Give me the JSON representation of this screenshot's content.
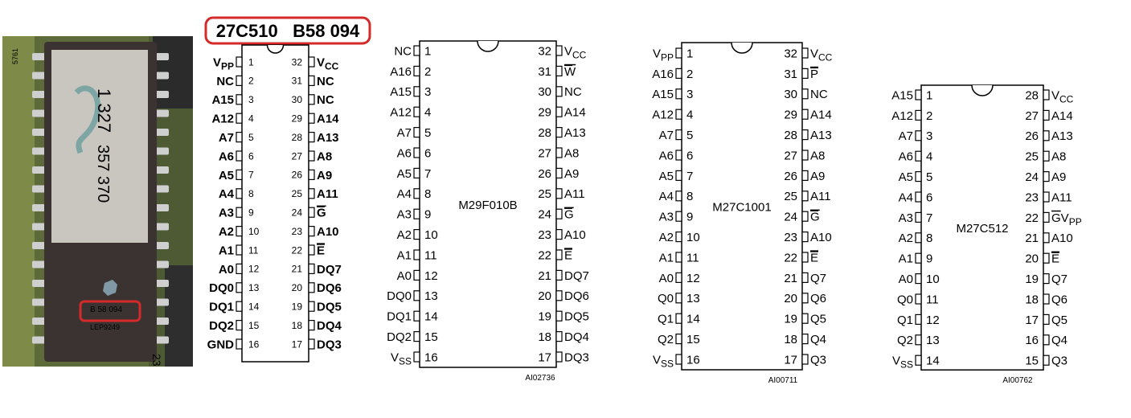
{
  "header": {
    "part_label": "27C510   B58 094"
  },
  "photo": {
    "marking_text": "B 58 094",
    "sticker_text_1": "1 327",
    "sticker_text_2": "357 370",
    "lot_text": "LEP9249",
    "edge_text_1": "5761",
    "edge_text_2": "23"
  },
  "chips": [
    {
      "id": "c27c510",
      "name": "",
      "ref": "",
      "pins_left": [
        [
          "VPP",
          "1"
        ],
        [
          "NC",
          "2"
        ],
        [
          "A15",
          "3"
        ],
        [
          "A12",
          "4"
        ],
        [
          "A7",
          "5"
        ],
        [
          "A6",
          "6"
        ],
        [
          "A5",
          "7"
        ],
        [
          "A4",
          "8"
        ],
        [
          "A3",
          "9"
        ],
        [
          "A2",
          "10"
        ],
        [
          "A1",
          "11"
        ],
        [
          "A0",
          "12"
        ],
        [
          "DQ0",
          "13"
        ],
        [
          "DQ1",
          "14"
        ],
        [
          "DQ2",
          "15"
        ],
        [
          "GND",
          "16"
        ]
      ],
      "pins_right": [
        [
          "VCC",
          "32"
        ],
        [
          "NC",
          "31"
        ],
        [
          "NC",
          "30"
        ],
        [
          "A14",
          "29"
        ],
        [
          "A13",
          "28"
        ],
        [
          "A8",
          "27"
        ],
        [
          "A9",
          "26"
        ],
        [
          "A11",
          "25"
        ],
        [
          "G",
          "24"
        ],
        [
          "A10",
          "23"
        ],
        [
          "E",
          "22"
        ],
        [
          "DQ7",
          "21"
        ],
        [
          "DQ6",
          "20"
        ],
        [
          "DQ5",
          "19"
        ],
        [
          "DQ4",
          "18"
        ],
        [
          "DQ3",
          "17"
        ]
      ]
    },
    {
      "id": "m29f010b",
      "name": "M29F010B",
      "ref": "AI02736",
      "pins_left": [
        [
          "NC",
          "1"
        ],
        [
          "A16",
          "2"
        ],
        [
          "A15",
          "3"
        ],
        [
          "A12",
          "4"
        ],
        [
          "A7",
          "5"
        ],
        [
          "A6",
          "6"
        ],
        [
          "A5",
          "7"
        ],
        [
          "A4",
          "8"
        ],
        [
          "A3",
          "9"
        ],
        [
          "A2",
          "10"
        ],
        [
          "A1",
          "11"
        ],
        [
          "A0",
          "12"
        ],
        [
          "DQ0",
          "13"
        ],
        [
          "DQ1",
          "14"
        ],
        [
          "DQ2",
          "15"
        ],
        [
          "VSS",
          "16"
        ]
      ],
      "pins_right": [
        [
          "VCC",
          "32"
        ],
        [
          "W",
          "31"
        ],
        [
          "NC",
          "30"
        ],
        [
          "A14",
          "29"
        ],
        [
          "A13",
          "28"
        ],
        [
          "A8",
          "27"
        ],
        [
          "A9",
          "26"
        ],
        [
          "A11",
          "25"
        ],
        [
          "G",
          "24"
        ],
        [
          "A10",
          "23"
        ],
        [
          "E",
          "22"
        ],
        [
          "DQ7",
          "21"
        ],
        [
          "DQ6",
          "20"
        ],
        [
          "DQ5",
          "19"
        ],
        [
          "DQ4",
          "18"
        ],
        [
          "DQ3",
          "17"
        ]
      ]
    },
    {
      "id": "m27c1001",
      "name": "M27C1001",
      "ref": "AI00711",
      "pins_left": [
        [
          "VPP",
          "1"
        ],
        [
          "A16",
          "2"
        ],
        [
          "A15",
          "3"
        ],
        [
          "A12",
          "4"
        ],
        [
          "A7",
          "5"
        ],
        [
          "A6",
          "6"
        ],
        [
          "A5",
          "7"
        ],
        [
          "A4",
          "8"
        ],
        [
          "A3",
          "9"
        ],
        [
          "A2",
          "10"
        ],
        [
          "A1",
          "11"
        ],
        [
          "A0",
          "12"
        ],
        [
          "Q0",
          "13"
        ],
        [
          "Q1",
          "14"
        ],
        [
          "Q2",
          "15"
        ],
        [
          "VSS",
          "16"
        ]
      ],
      "pins_right": [
        [
          "VCC",
          "32"
        ],
        [
          "P",
          "31"
        ],
        [
          "NC",
          "30"
        ],
        [
          "A14",
          "29"
        ],
        [
          "A13",
          "28"
        ],
        [
          "A8",
          "27"
        ],
        [
          "A9",
          "26"
        ],
        [
          "A11",
          "25"
        ],
        [
          "G",
          "24"
        ],
        [
          "A10",
          "23"
        ],
        [
          "E",
          "22"
        ],
        [
          "Q7",
          "21"
        ],
        [
          "Q6",
          "20"
        ],
        [
          "Q5",
          "19"
        ],
        [
          "Q4",
          "18"
        ],
        [
          "Q3",
          "17"
        ]
      ]
    },
    {
      "id": "m27c512",
      "name": "M27C512",
      "ref": "AI00762",
      "pins_left": [
        [
          "A15",
          "1"
        ],
        [
          "A12",
          "2"
        ],
        [
          "A7",
          "3"
        ],
        [
          "A6",
          "4"
        ],
        [
          "A5",
          "5"
        ],
        [
          "A4",
          "6"
        ],
        [
          "A3",
          "7"
        ],
        [
          "A2",
          "8"
        ],
        [
          "A1",
          "9"
        ],
        [
          "A0",
          "10"
        ],
        [
          "Q0",
          "11"
        ],
        [
          "Q1",
          "12"
        ],
        [
          "Q2",
          "13"
        ],
        [
          "VSS",
          "14"
        ]
      ],
      "pins_right": [
        [
          "VCC",
          "28"
        ],
        [
          "A14",
          "27"
        ],
        [
          "A13",
          "26"
        ],
        [
          "A8",
          "25"
        ],
        [
          "A9",
          "24"
        ],
        [
          "A11",
          "23"
        ],
        [
          "GVPP",
          "22"
        ],
        [
          "A10",
          "21"
        ],
        [
          "E",
          "20"
        ],
        [
          "Q7",
          "19"
        ],
        [
          "Q6",
          "18"
        ],
        [
          "Q5",
          "17"
        ],
        [
          "Q4",
          "16"
        ],
        [
          "Q3",
          "15"
        ]
      ]
    }
  ],
  "colors": {
    "highlight": "#d42a2a",
    "board": "#6b7a3a",
    "chip_body": "#3b3332",
    "sticker": "#c9c6c0"
  }
}
